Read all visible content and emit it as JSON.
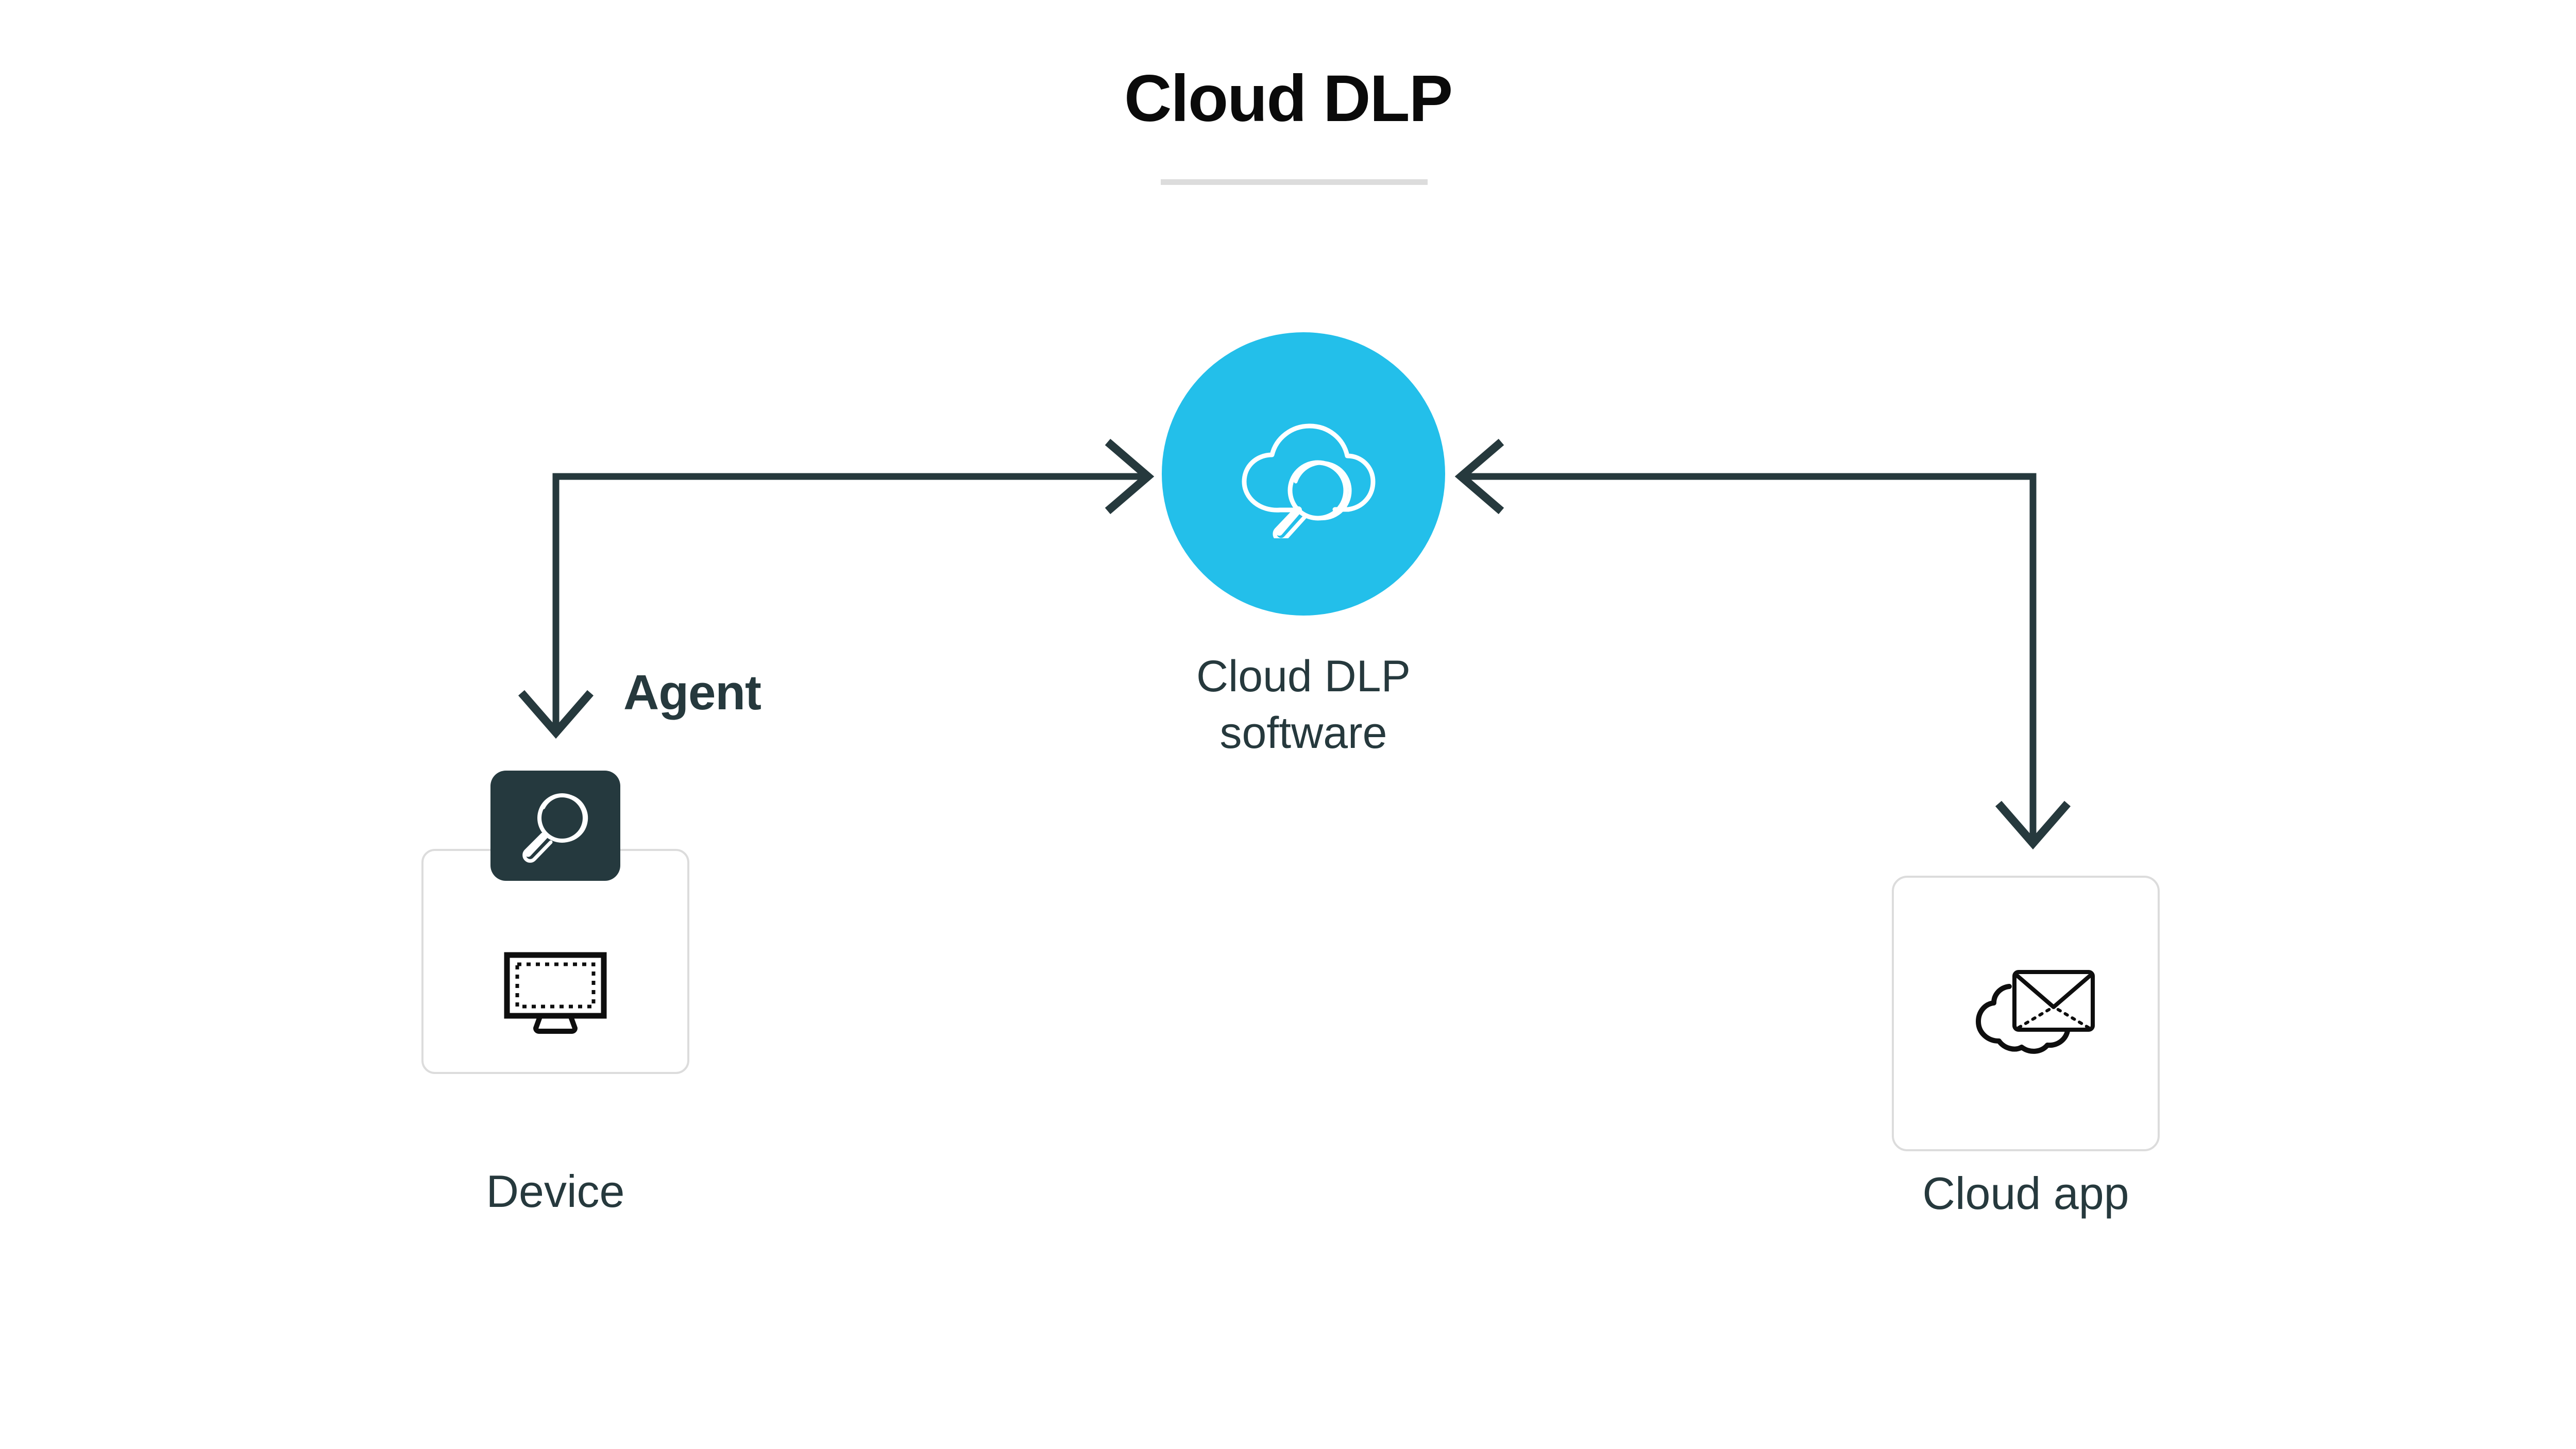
{
  "page": {
    "background_color": "#ffffff"
  },
  "header": {
    "title": "Cloud DLP",
    "title_color": "#0a0a0a",
    "rule_color": "#dcdcdc"
  },
  "hub": {
    "icon": "cloud-magnifier-icon",
    "circle_color": "#23bfea",
    "icon_color": "#ffffff",
    "label_line1": "Cloud DLP",
    "label_line2": "software",
    "label_color": "#26393d"
  },
  "nodes": [
    {
      "id": "device",
      "label": "Device",
      "icon": "monitor-icon",
      "card_border_color": "#dcdcdc",
      "badge": {
        "label": "Agent",
        "icon": "magnifier-icon",
        "background_color": "#25393e",
        "icon_color": "#ffffff"
      }
    },
    {
      "id": "cloud-app",
      "label": "Cloud app",
      "icon": "cloud-envelope-icon",
      "card_border_color": "#dcdcdc"
    }
  ],
  "connectors": [
    {
      "id": "device-to-hub",
      "from": "device",
      "to": "hub",
      "direction": "right",
      "color": "#26393d"
    },
    {
      "id": "hub-to-device",
      "from": "hub",
      "to": "device",
      "direction": "down",
      "color": "#26393d"
    },
    {
      "id": "cloudapp-to-hub",
      "from": "cloud-app",
      "to": "hub",
      "direction": "left",
      "color": "#26393d"
    },
    {
      "id": "hub-to-cloudapp",
      "from": "hub",
      "to": "cloud-app",
      "direction": "down",
      "color": "#26393d"
    }
  ]
}
